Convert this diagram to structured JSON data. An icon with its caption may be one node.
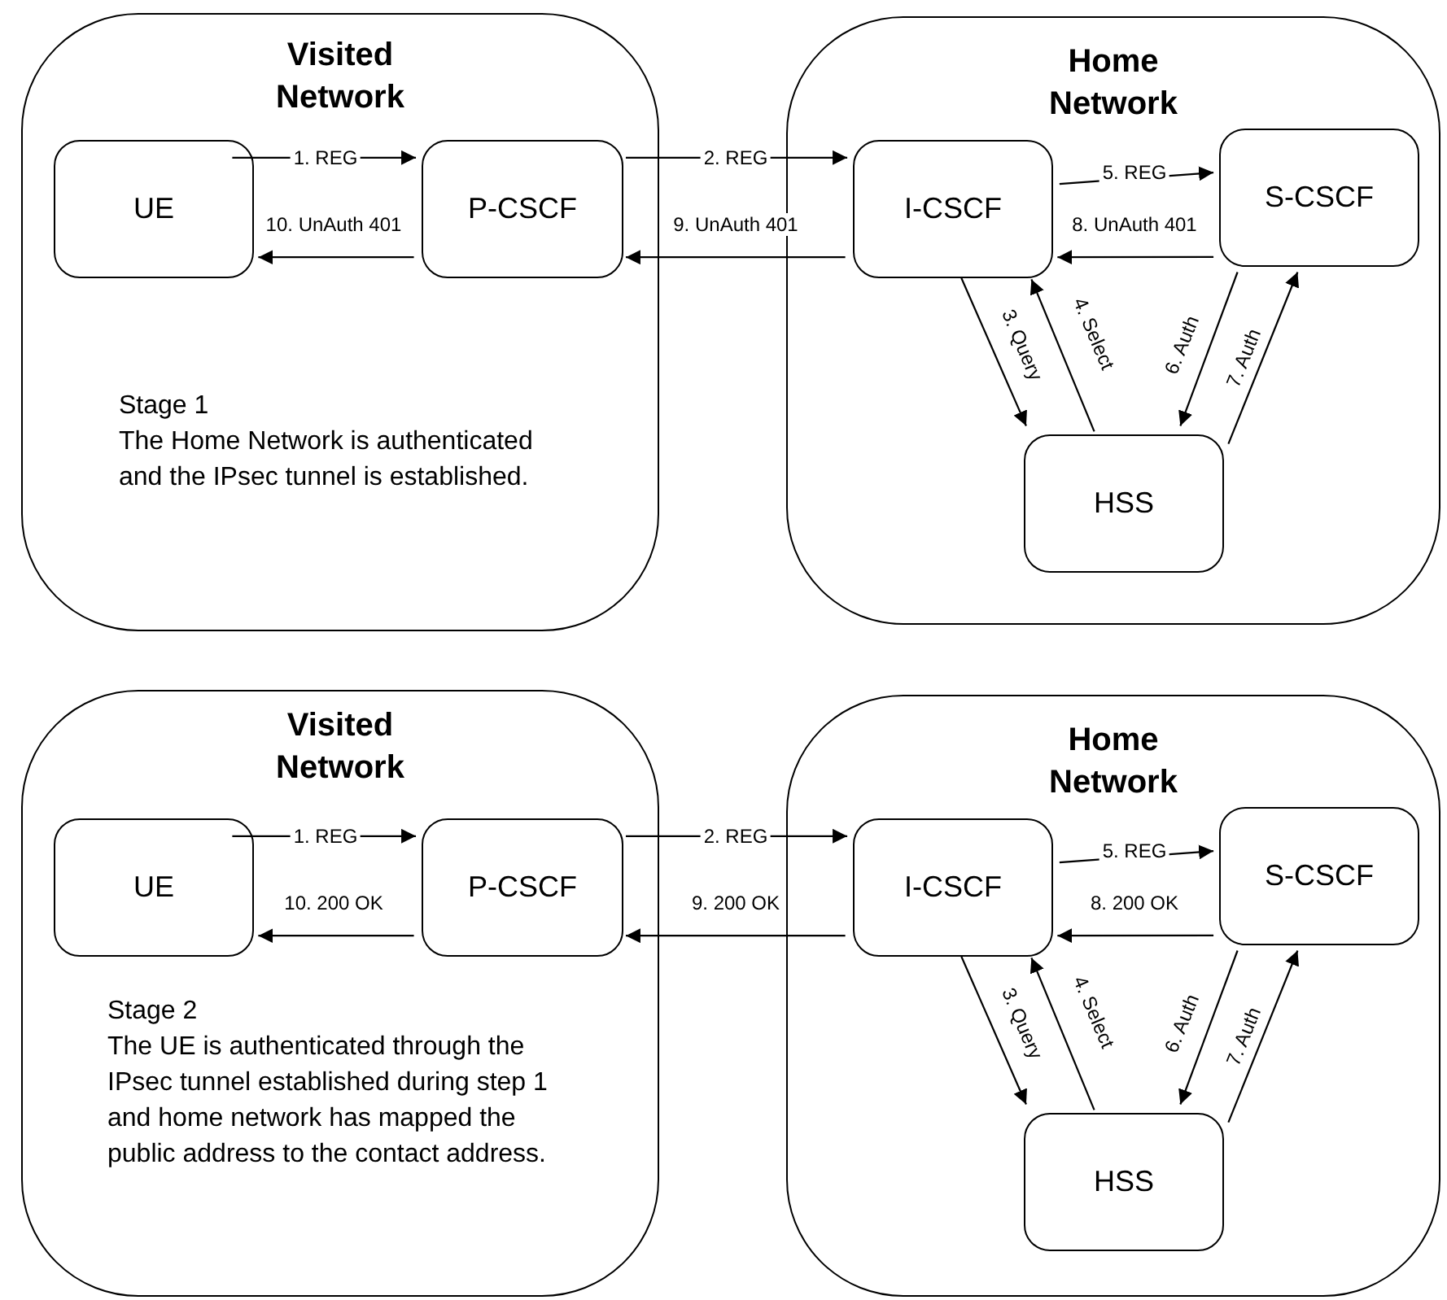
{
  "diagram": {
    "nodes": [
      {
        "text": [
          "Visited Network",
          "Stage 1",
          "The Home Network is authenticated and the IPsec tunnel is established."
        ]
      },
      {
        "text": [
          "UE"
        ],
        "in": 0
      },
      {
        "text": [
          "P-CSCF"
        ],
        "in": 0
      },
      {
        "text": [
          "Home Network"
        ]
      },
      {
        "text": [
          "I-CSCF"
        ],
        "in": 3
      },
      {
        "text": [
          "S-CSCF"
        ],
        "in": 3
      },
      {
        "text": [
          "HSS"
        ],
        "in": 3
      },
      {
        "text": [
          "Visited Network",
          "Stage 2",
          "The UE is authenticated through the IPsec tunnel established during step 1 and home network has mapped the public address to the contact address."
        ]
      },
      {
        "text": [
          "UE"
        ],
        "in": 7
      },
      {
        "text": [
          "P-CSCF"
        ],
        "in": 7
      },
      {
        "text": [
          "Home Network"
        ]
      },
      {
        "text": [
          "I-CSCF"
        ],
        "in": 10
      },
      {
        "text": [
          "S-CSCF"
        ],
        "in": 10
      },
      {
        "text": [
          "HSS"
        ],
        "in": 10
      }
    ],
    "edges": [
      {
        "from": 1,
        "to": 2,
        "arrow": "to",
        "label": "1. REG"
      },
      {
        "from": 2,
        "to": 4,
        "arrow": "to",
        "label": "2. REG"
      },
      {
        "from": 4,
        "to": 6,
        "arrow": "to",
        "label": "3. Query"
      },
      {
        "from": 6,
        "to": 4,
        "arrow": "to",
        "label": "4. Select"
      },
      {
        "from": 4,
        "to": 5,
        "arrow": "to",
        "label": "5. REG"
      },
      {
        "from": 5,
        "to": 6,
        "arrow": "to",
        "label": "6. Auth"
      },
      {
        "from": 6,
        "to": 5,
        "arrow": "to",
        "label": "7. Auth"
      },
      {
        "from": 5,
        "to": 4,
        "arrow": "to",
        "label": "8. UnAuth 401"
      },
      {
        "from": 4,
        "to": 2,
        "arrow": "to",
        "label": "9. UnAuth 401"
      },
      {
        "from": 2,
        "to": 1,
        "arrow": "to",
        "label": "10. UnAuth 401"
      },
      {
        "from": 8,
        "to": 9,
        "arrow": "to",
        "label": "1. REG"
      },
      {
        "from": 9,
        "to": 11,
        "arrow": "to",
        "label": "2. REG"
      },
      {
        "from": 11,
        "to": 13,
        "arrow": "to",
        "label": "3. Query"
      },
      {
        "from": 13,
        "to": 11,
        "arrow": "to",
        "label": "4. Select"
      },
      {
        "from": 11,
        "to": 12,
        "arrow": "to",
        "label": "5. REG"
      },
      {
        "from": 12,
        "to": 13,
        "arrow": "to",
        "label": "6. Auth"
      },
      {
        "from": 13,
        "to": 12,
        "arrow": "to",
        "label": "7. Auth"
      },
      {
        "from": 12,
        "to": 11,
        "arrow": "to",
        "label": "8. 200 OK"
      },
      {
        "from": 11,
        "to": 9,
        "arrow": "to",
        "label": "9. 200 OK"
      },
      {
        "from": 9,
        "to": 8,
        "arrow": "to",
        "label": "10. 200 OK"
      }
    ]
  }
}
